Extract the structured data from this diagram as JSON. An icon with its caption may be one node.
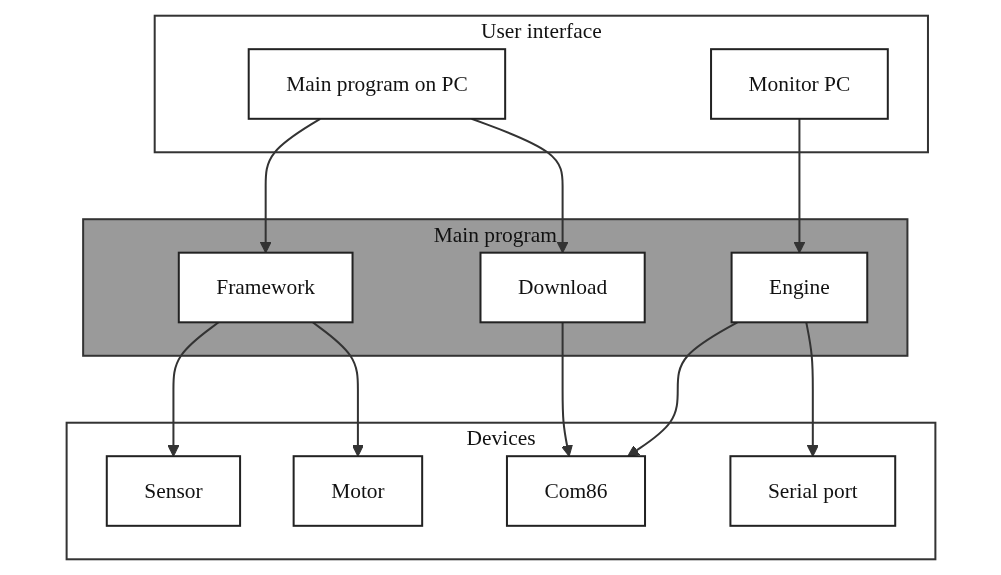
{
  "diagram": {
    "nodes": [
      {
        "text": [
          "User interface"
        ]
      },
      {
        "text": [
          "Main program on PC"
        ],
        "in": 0
      },
      {
        "text": [
          "Monitor PC"
        ],
        "in": 0
      },
      {
        "text": [
          "Main program"
        ]
      },
      {
        "text": [
          "Framework"
        ],
        "in": 3
      },
      {
        "text": [
          "Download"
        ],
        "in": 3
      },
      {
        "text": [
          "Engine"
        ],
        "in": 3
      },
      {
        "text": [
          "Devices"
        ]
      },
      {
        "text": [
          "Sensor"
        ],
        "in": 7
      },
      {
        "text": [
          "Motor"
        ],
        "in": 7
      },
      {
        "text": [
          "Com86"
        ],
        "in": 7
      },
      {
        "text": [
          "Serial port"
        ],
        "in": 7
      }
    ],
    "edges": [
      {
        "from": 1,
        "to": 4,
        "arrow": "to"
      },
      {
        "from": 1,
        "to": 5,
        "arrow": "to"
      },
      {
        "from": 2,
        "to": 6,
        "arrow": "to"
      },
      {
        "from": 4,
        "to": 8,
        "arrow": "to"
      },
      {
        "from": 4,
        "to": 9,
        "arrow": "to"
      },
      {
        "from": 5,
        "to": 10,
        "arrow": "to"
      },
      {
        "from": 6,
        "to": 10,
        "arrow": "to"
      },
      {
        "from": 6,
        "to": 11,
        "arrow": "to"
      }
    ]
  }
}
